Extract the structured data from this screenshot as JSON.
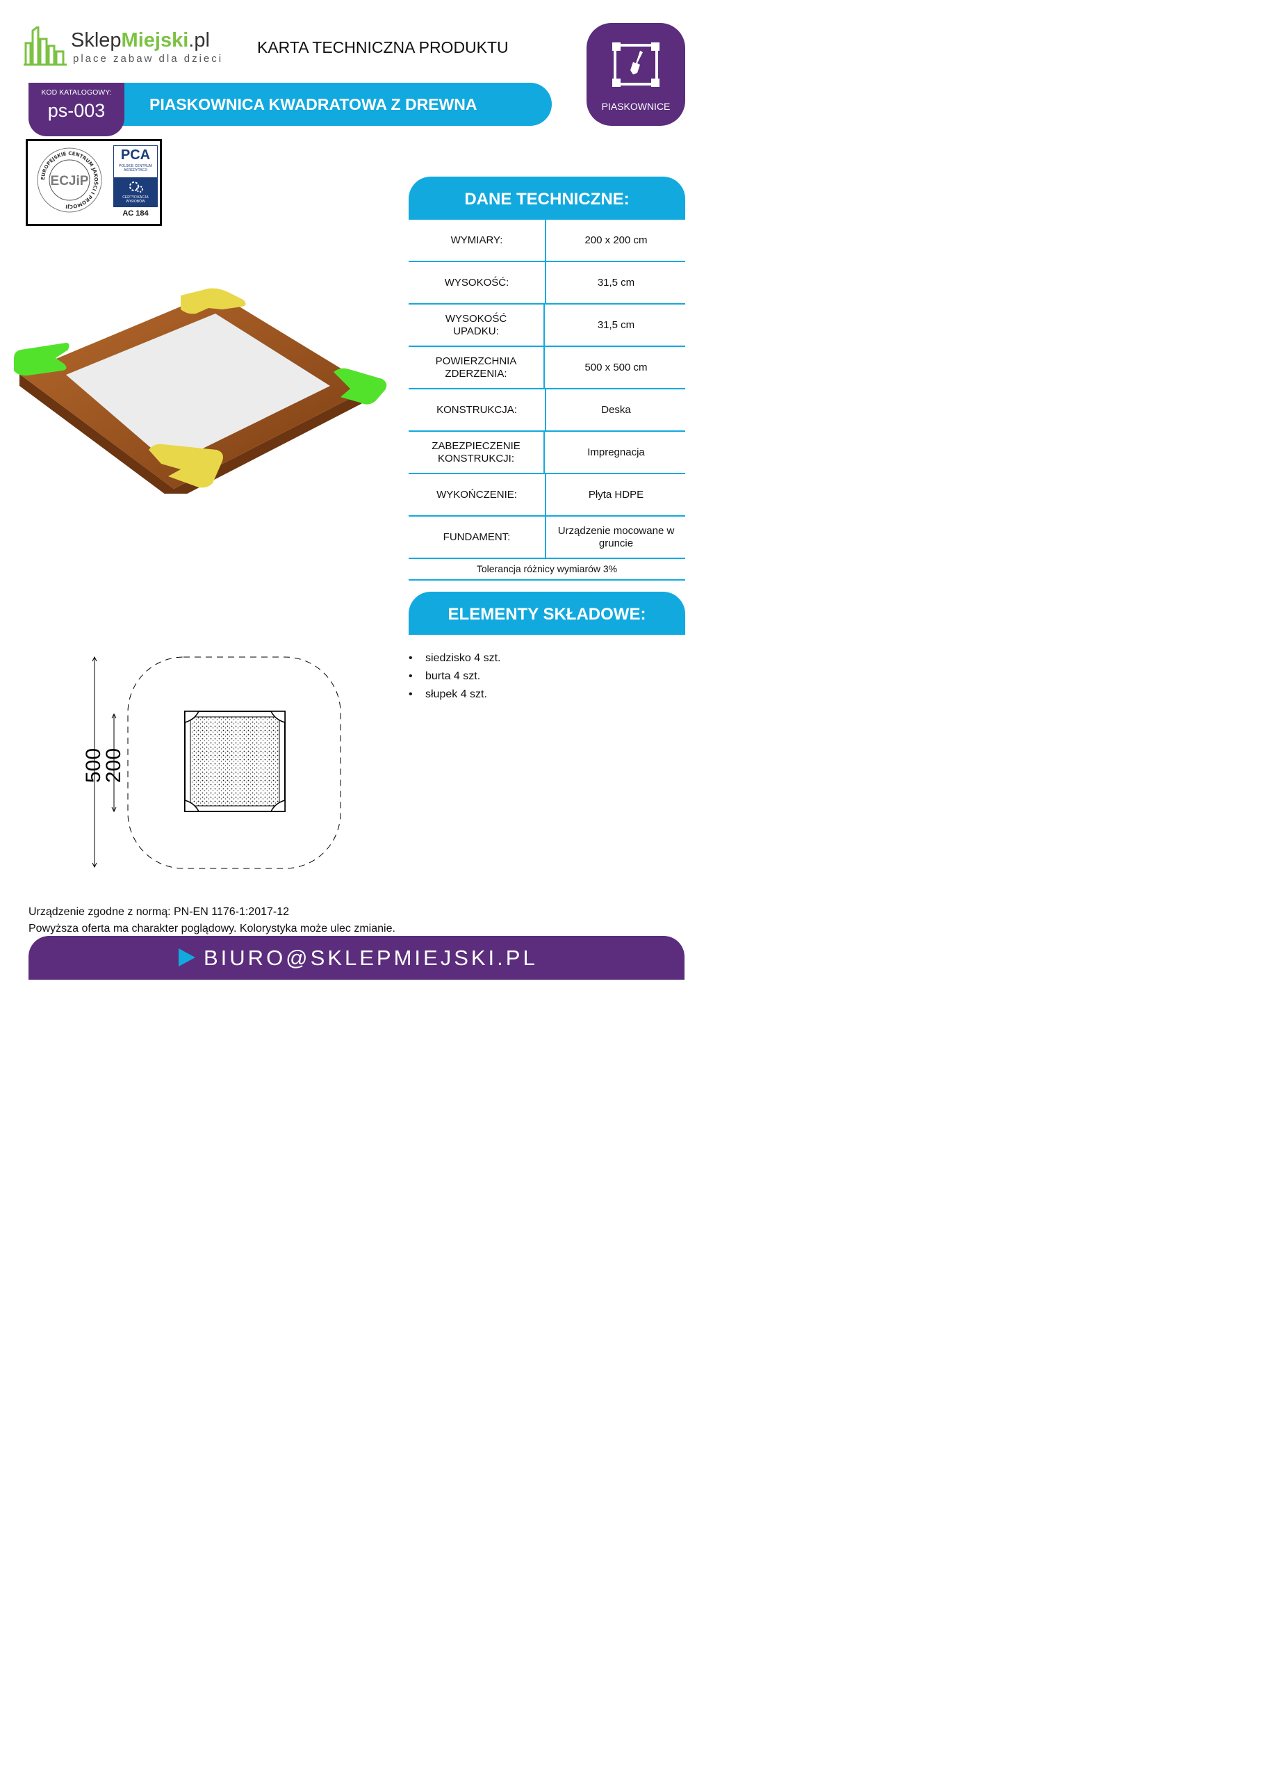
{
  "header": {
    "logo": {
      "part1": "Sklep",
      "part2": "Miejski",
      "part3": ".pl",
      "tagline": "place zabaw dla dzieci"
    },
    "doc_title": "KARTA TECHNICZNA PRODUKTU",
    "category": {
      "label": "PIASKOWNICE",
      "icon": "sandbox-shovel-icon"
    }
  },
  "product": {
    "code_label": "KOD KATALOGOWY:",
    "code": "ps-003",
    "name": "PIASKOWNICA KWADRATOWA Z DREWNA"
  },
  "certificates": {
    "ecjip_ring": "EUROPEJSKIE CENTRUM JAKOŚCI I PROMOCJI",
    "ecjip_mark": "ECJiP",
    "pca_logo": "PCA",
    "pca_line1": "POLSKIE CENTRUM",
    "pca_line2": "AKREDYTACJI",
    "pca_cert1": "CERTYFIKACJA",
    "pca_cert2": "WYROBÓW",
    "pca_code": "AC 184"
  },
  "tech": {
    "heading": "DANE TECHNICZNE:",
    "rows": [
      {
        "label": "WYMIARY:",
        "value": "200 x 200 cm"
      },
      {
        "label": "WYSOKOŚĆ:",
        "value": "31,5 cm"
      },
      {
        "label": "WYSOKOŚĆ UPADKU:",
        "value": "31,5 cm"
      },
      {
        "label": "POWIERZCHNIA ZDERZENIA:",
        "value": "500 x 500 cm"
      },
      {
        "label": "KONSTRUKCJA:",
        "value": "Deska"
      },
      {
        "label": "ZABEZPIECZENIE KONSTRUKCJI:",
        "value": "Impregnacja"
      },
      {
        "label": "WYKOŃCZENIE:",
        "value": "Płyta HDPE"
      },
      {
        "label": "FUNDAMENT:",
        "value": "Urządzenie mocowane w gruncie"
      }
    ],
    "tolerance": "Tolerancja różnicy wymiarów 3%"
  },
  "components": {
    "heading": "ELEMENTY SKŁADOWE:",
    "items": [
      "siedzisko 4 szt.",
      "burta 4 szt.",
      "słupek 4 szt."
    ]
  },
  "drawing": {
    "outer_dim": "500",
    "inner_dim": "200"
  },
  "footer": {
    "norm": "Urządzenie zgodne z normą: PN-EN 1176-1:2017-12",
    "disclaimer": "Powyższa oferta ma charakter poglądowy. Kolorystyka może ulec zmianie.",
    "email": "BIURO@SKLEPMIEJSKI.PL"
  },
  "colors": {
    "purple": "#5b2d7c",
    "blue": "#12a9df",
    "green": "#7cc242"
  }
}
